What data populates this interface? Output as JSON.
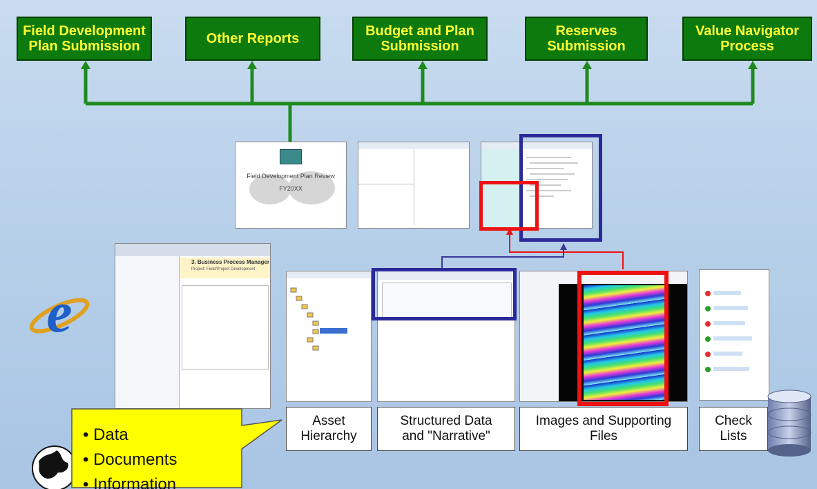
{
  "top_boxes": [
    {
      "line1": "Field Development",
      "line2": "Plan Submission"
    },
    {
      "line1": "Other Reports",
      "line2": ""
    },
    {
      "line1": "Budget and Plan",
      "line2": "Submission"
    },
    {
      "line1": "Reserves",
      "line2": "Submission"
    },
    {
      "line1": "Value Navigator",
      "line2": "Process"
    }
  ],
  "bottom_labels": [
    {
      "line1": "Asset",
      "line2": "Hierarchy"
    },
    {
      "line1": "Structured Data",
      "line2": "and \"Narrative\""
    },
    {
      "line1": "Images and Supporting",
      "line2": "Files"
    },
    {
      "line1": "Check",
      "line2": "Lists"
    }
  ],
  "callout_items": [
    "Data",
    "Documents",
    "Information"
  ],
  "thumbnails": {
    "fdp_title": "Field Development Plan Review",
    "fdp_year": "FY20XX",
    "bpm_title": "3. Business Process Manager",
    "bpm_sub": "Project: Field/Project Development"
  },
  "colors": {
    "green_box": "#0d7a0d",
    "green_text": "#ffff33",
    "connector": "#1e8a1e",
    "highlight_red": "#ee1111",
    "highlight_blue": "#2a2a9a",
    "callout": "#ffff00"
  },
  "icons": [
    "internet-explorer-icon",
    "globe-icon",
    "database-icon"
  ]
}
